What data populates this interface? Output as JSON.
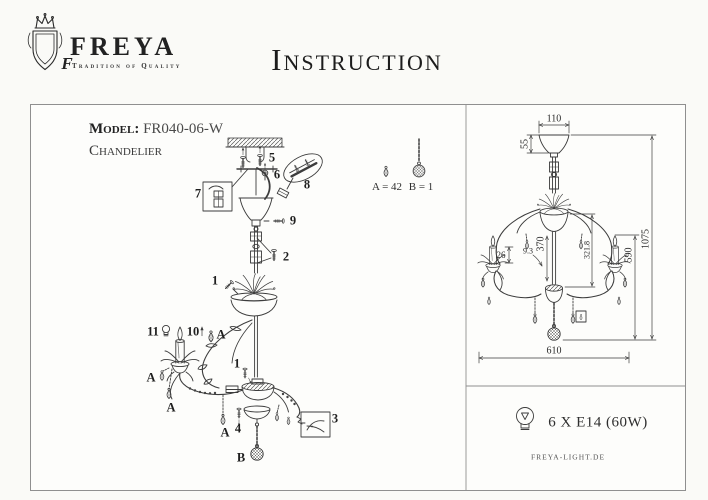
{
  "header": {
    "brand": "FREYA",
    "tagline": "Tradition of Quality",
    "monogram": "F",
    "title": "Instruction"
  },
  "model": {
    "label": "Model:",
    "value": "FR040-06-W",
    "type": "Chandelier"
  },
  "assembly": {
    "labels": {
      "n1": "1",
      "n2": "2",
      "n3": "3",
      "n4": "4",
      "n5": "5",
      "n6": "6",
      "n7": "7",
      "n8": "8",
      "n9": "9",
      "n10": "10",
      "n11": "11",
      "a": "A",
      "b": "B"
    },
    "counts": {
      "a": "A = 42",
      "b": "B = 1"
    }
  },
  "dimensions": {
    "canopy_width": "110",
    "canopy_height": "55",
    "stem_length": "370",
    "candle_height": "26",
    "detail": "9.3",
    "body_height": "321.8",
    "lower_height": "590",
    "total_height": "1075",
    "total_width": "610"
  },
  "spec": {
    "bulbs": "6 X E14 (60W)",
    "website": "FREYA-LIGHT.DE"
  },
  "colors": {
    "ink": "#3c3c3c",
    "border": "#8f8f8f",
    "background": "#fafaf7"
  }
}
